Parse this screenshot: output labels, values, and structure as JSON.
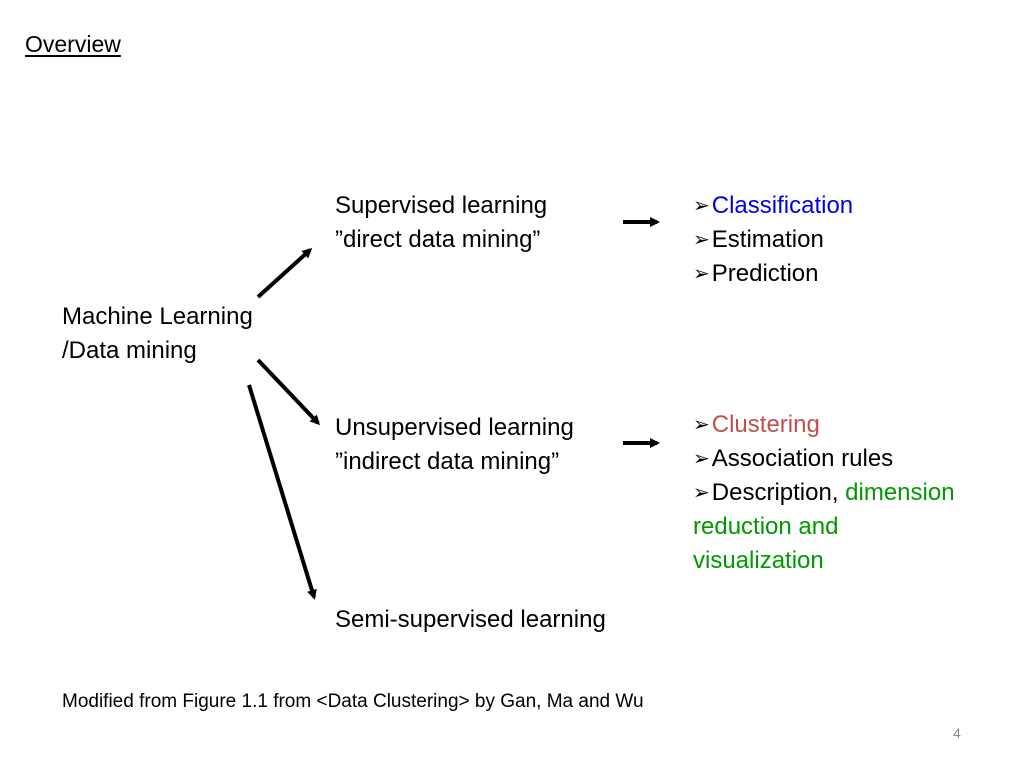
{
  "title": "Overview",
  "root": {
    "line1": "Machine Learning",
    "line2": "/Data mining"
  },
  "supervised": {
    "line1": "Supervised learning",
    "line2": "”direct data mining”",
    "items": [
      {
        "label": "Classification",
        "color": "#0000ee"
      },
      {
        "label": "Estimation",
        "color": "#000000"
      },
      {
        "label": "Prediction",
        "color": "#000000"
      }
    ]
  },
  "unsupervised": {
    "line1": "Unsupervised learning",
    "line2": "”indirect data mining”",
    "items": [
      {
        "label": "Clustering",
        "color": "#c0504d"
      },
      {
        "label": "Association rules",
        "color": "#000000"
      }
    ],
    "description": {
      "prefix": "Description, ",
      "highlight_line1": "dimension",
      "highlight_line2": "reduction and",
      "highlight_line3": "visualization",
      "highlight_color": "#009900"
    }
  },
  "semi_supervised": {
    "label": "Semi-supervised learning"
  },
  "bullet_glyph": "➢",
  "caption": "Modified from Figure 1.1 from <Data Clustering> by Gan, Ma and Wu",
  "page_number": "4"
}
